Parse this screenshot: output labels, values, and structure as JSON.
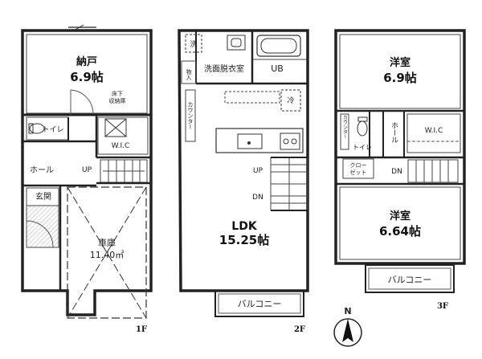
{
  "floor1": {
    "label": "1F",
    "storage_name": "納戸",
    "storage_size": "6.9帖",
    "underfloor_storage": [
      "床下",
      "収納庫"
    ],
    "toilet": "トイレ",
    "wic": "W.I.C",
    "hall": "ホール",
    "up": "UP",
    "entrance": "玄関",
    "garage_name": "車庫",
    "garage_size": "11.40㎡"
  },
  "floor2": {
    "label": "2F",
    "washer": "洗",
    "changing_room": "洗面脱衣室",
    "ub": "UB",
    "closet": "物入",
    "fridge": "冷",
    "counter": "カウンター",
    "up": "UP",
    "dn": "DN",
    "ldk_name": "LDK",
    "ldk_size": "15.25帖",
    "balcony": "バルコニー"
  },
  "floor3": {
    "label": "3F",
    "room1_name": "洋室",
    "room1_size": "6.9帖",
    "counter": "カウンター",
    "toilet": "トイレ",
    "hall": "ホール",
    "wic": "W.I.C",
    "closet": [
      "クロー",
      "ゼット"
    ],
    "dn": "DN",
    "room2_name": "洋室",
    "room2_size": "6.64帖",
    "balcony": "バルコニー"
  },
  "compass_label": "N"
}
